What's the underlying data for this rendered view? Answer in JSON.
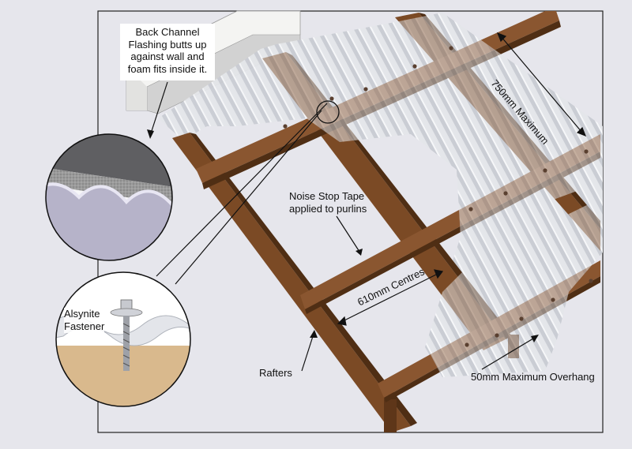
{
  "callout": {
    "line1": "Back Channel",
    "line2": "Flashing butts up",
    "line3": "against wall and",
    "line4": "foam fits inside it."
  },
  "labels": {
    "spacing_750": "750mm Maximum",
    "noise_tape_line1": "Noise Stop Tape",
    "noise_tape_line2": "applied to purlins",
    "centres_610": "610mm Centres",
    "rafters": "Rafters",
    "overhang": "50mm Maximum Overhang",
    "fastener_line1": "Alsynite",
    "fastener_line2": "Fastener"
  },
  "colors": {
    "background": "#e6e6ec",
    "timber": "#7b4a25",
    "timber_dark": "#4f2e14",
    "sheet": "#d8dadf",
    "wall": "#f4f4f2",
    "fastener_detail_bg": "#d9b98d"
  }
}
